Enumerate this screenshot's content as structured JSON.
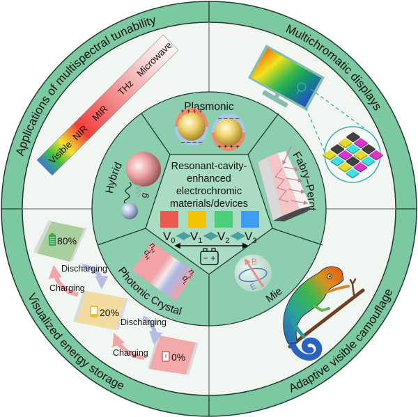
{
  "center": {
    "title_lines": [
      "Resonant-cavity-",
      "enhanced",
      "electrochromic",
      "materials/devices"
    ],
    "color_states": [
      {
        "name": "red",
        "color": "#ec5b51"
      },
      {
        "name": "yellow",
        "color": "#f5c400"
      },
      {
        "name": "green",
        "color": "#4dcf79"
      },
      {
        "name": "blue",
        "color": "#3e9cf2"
      }
    ],
    "voltages": [
      {
        "base": "V",
        "sub": "0"
      },
      {
        "base": "V",
        "sub": "1"
      },
      {
        "base": "V",
        "sub": "2"
      },
      {
        "base": "V",
        "sub": "3"
      }
    ],
    "battery": {
      "minus": "−",
      "plus": "+"
    }
  },
  "mechanisms": {
    "plasmonic": {
      "label": "Plasmonic",
      "plus": "+ + + +",
      "minus": "– – – –"
    },
    "fabry_perot": {
      "label": "Fabry–Perot"
    },
    "mie": {
      "label": "Mie",
      "b": "B",
      "e": "E"
    },
    "photonic_crystal": {
      "label": "Photonic Crystal",
      "n_h": {
        "base": "n",
        "sub": "H"
      },
      "d_h": {
        "base": "d",
        "sub": "H"
      },
      "n_l": {
        "base": "n",
        "sub": "L"
      },
      "d_l": {
        "base": "d",
        "sub": "L"
      }
    },
    "hybrid": {
      "label": "Hybrid",
      "gap": "g"
    }
  },
  "applications": {
    "multispectral": {
      "label": "Applications of multispectral tunability",
      "bands": [
        "Visible",
        "NIR",
        "MIR",
        "THz",
        "Microwave"
      ]
    },
    "displays": {
      "label": "Multichromatic displays",
      "pixel_colors": {
        "dark": "#404040",
        "magenta": "#d836c9",
        "yellow": "#e4da2c",
        "cyan": "#40e0e0"
      },
      "pixel_grid": [
        [
          "dark",
          "magenta",
          "dark",
          "magenta"
        ],
        [
          "yellow",
          "cyan",
          "yellow",
          "cyan"
        ],
        [
          "dark",
          "magenta",
          "dark",
          "magenta"
        ],
        [
          "yellow",
          "cyan",
          "yellow",
          "cyan"
        ]
      ]
    },
    "energy_storage": {
      "label": "Visualized energy storage",
      "states": [
        {
          "percent": "80%",
          "color": "#a9cf9f"
        },
        {
          "percent": "20%",
          "color": "#f3dca2"
        },
        {
          "percent": "0%",
          "color": "#f2a9a9"
        }
      ],
      "transitions": [
        {
          "discharging": "Discharging",
          "charging": "Charging"
        },
        {
          "discharging": "Discharging",
          "charging": "Charging"
        }
      ]
    },
    "camouflage": {
      "label": "Adaptive visible camouflage"
    }
  }
}
